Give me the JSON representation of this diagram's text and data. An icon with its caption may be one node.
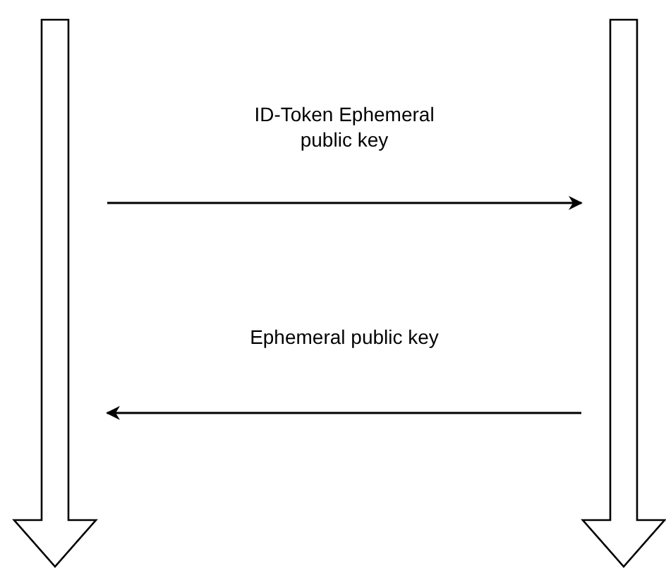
{
  "diagram": {
    "nodes": [
      {
        "text": [],
        "shape": "arrow"
      },
      {
        "text": [],
        "shape": "arrow"
      }
    ],
    "edges": [
      {
        "from": 0,
        "to": 1,
        "arrow": "to",
        "label": "ID-Token Ephemeral public key"
      },
      {
        "from": 1,
        "to": 0,
        "arrow": "to",
        "label": "Ephemeral public key"
      }
    ]
  }
}
